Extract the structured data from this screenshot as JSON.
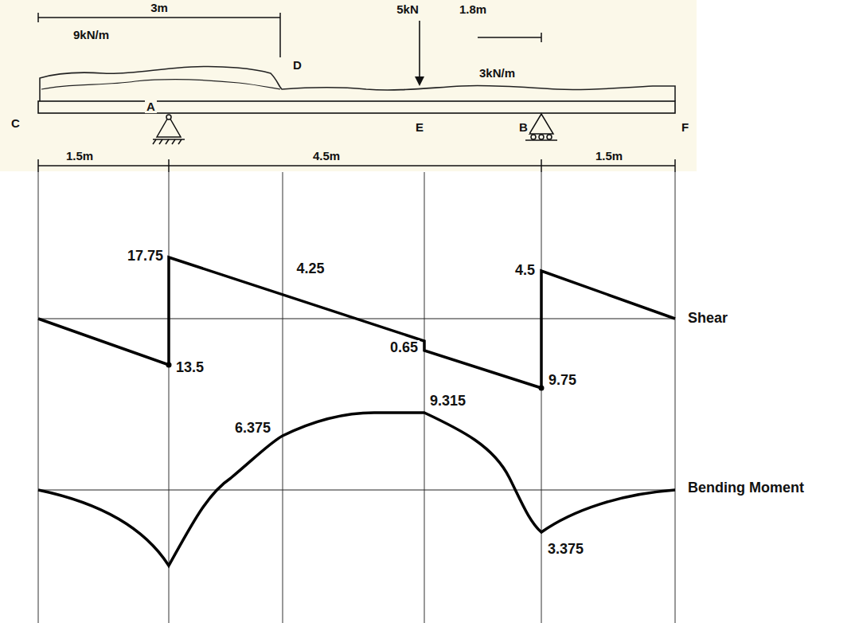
{
  "diagram": {
    "labels": [
      "3m",
      "9kN/m",
      "D",
      "5kN",
      "1.8m",
      "3kN/m",
      "C",
      "A",
      "E",
      "B",
      "F",
      "1.5m",
      "4.5m",
      "1.5m",
      "17.75",
      "4.25",
      "4.5",
      "Shear",
      "13.5",
      "0.65",
      "9.75",
      "9.315",
      "6.375",
      "Bending Moment",
      "3.375"
    ]
  }
}
